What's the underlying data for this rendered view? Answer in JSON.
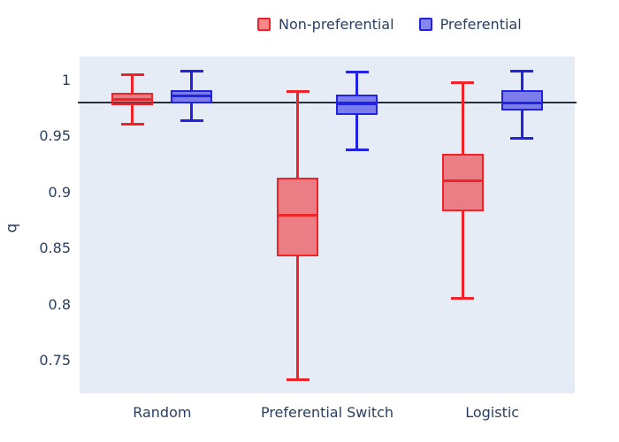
{
  "chart_data": {
    "type": "box",
    "title": "",
    "xlabel": "",
    "ylabel": "q",
    "categories": [
      "Random",
      "Preferential Switch",
      "Logistic"
    ],
    "yticks": [
      1,
      0.95,
      0.9,
      0.85,
      0.8,
      0.75
    ],
    "yticklabels": [
      "1",
      "0.95",
      "0.9",
      "0.85",
      "0.8",
      "0.75"
    ],
    "ylim": [
      0.721,
      1.021
    ],
    "grid": false,
    "legend_position": "top-center",
    "reference_line": {
      "value": 0.98,
      "color": "#26303c"
    },
    "series": [
      {
        "name": "Non-preferential",
        "stroke": "#f02428",
        "fill": "rgba(240,36,40,0.55)",
        "boxes": [
          {
            "category": "Random",
            "min": 0.961,
            "q1": 0.978,
            "median": 0.983,
            "q3": 0.989,
            "max": 1.005
          },
          {
            "category": "Preferential Switch",
            "min": 0.733,
            "q1": 0.843,
            "median": 0.88,
            "q3": 0.913,
            "max": 0.99
          },
          {
            "category": "Logistic",
            "min": 0.806,
            "q1": 0.883,
            "median": 0.91,
            "q3": 0.934,
            "max": 0.998
          }
        ]
      },
      {
        "name": "Preferential",
        "stroke": "#2222e2",
        "fill": "rgba(34,34,226,0.55)",
        "boxes": [
          {
            "category": "Random",
            "min": 0.964,
            "q1": 0.979,
            "median": 0.986,
            "q3": 0.991,
            "max": 1.008
          },
          {
            "category": "Preferential Switch",
            "min": 0.938,
            "q1": 0.969,
            "median": 0.979,
            "q3": 0.987,
            "max": 1.007
          },
          {
            "category": "Logistic",
            "min": 0.948,
            "q1": 0.973,
            "median": 0.98,
            "q3": 0.991,
            "max": 1.008
          }
        ]
      }
    ]
  },
  "colors": {
    "plot_background": "#e5ecf6",
    "text": "#2a3f5f",
    "reference_line": "#26303c"
  }
}
